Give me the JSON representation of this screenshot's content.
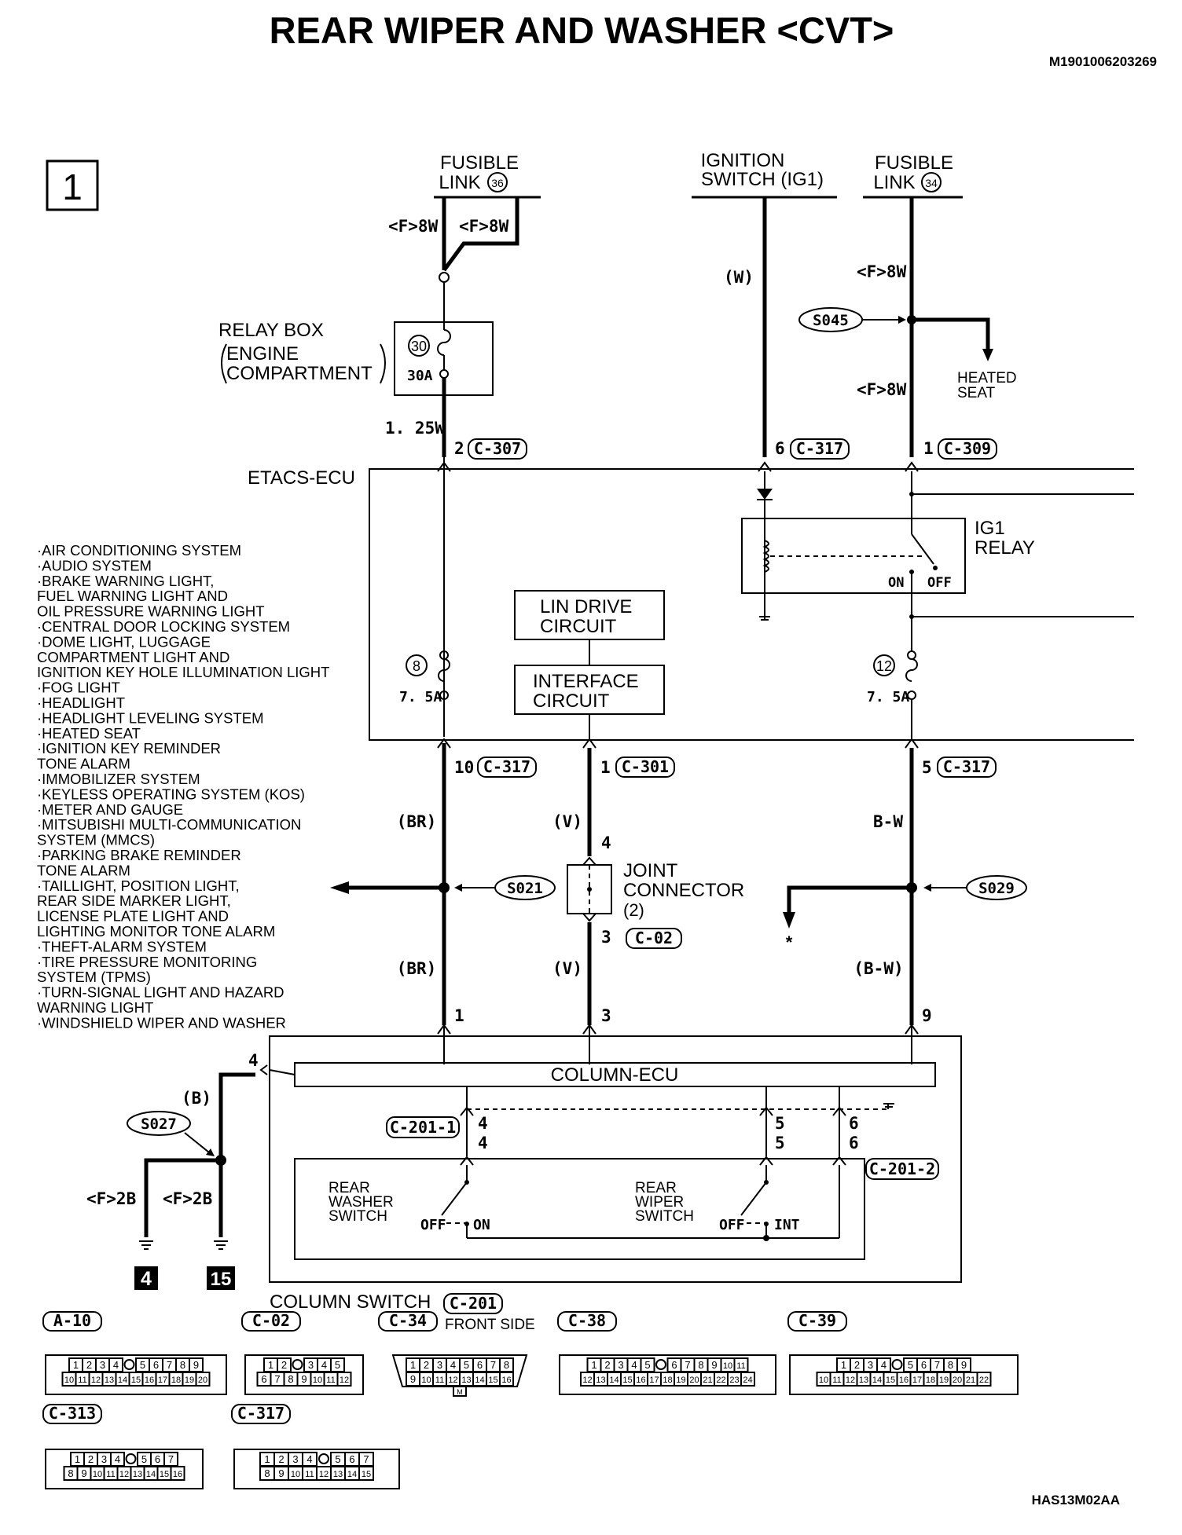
{
  "title": "REAR WIPER AND WASHER <CVT>",
  "doc_id": "M1901006203269",
  "footer_code": "HAS13M02AA",
  "page_marker": "1",
  "sources": {
    "fusible_link_36": [
      "FUSIBLE",
      "LINK",
      "36"
    ],
    "ignition_switch": [
      "IGNITION",
      "SWITCH (IG1)"
    ],
    "fusible_link_34": [
      "FUSIBLE",
      "LINK",
      "34"
    ]
  },
  "wires": {
    "f8w_a": "<F>8W",
    "f8w_b": "<F>8W",
    "w": "(W)",
    "f8w_c": "<F>8W",
    "f8w_d": "<F>8W",
    "w125": "1. 25W",
    "br1": "(BR)",
    "v1": "(V)",
    "bw1": "B-W",
    "br2": "(BR)",
    "v2": "(V)",
    "bw2": "(B-W)",
    "b": "(B)",
    "f2b_a": "<F>2B",
    "f2b_b": "<F>2B"
  },
  "splices": {
    "s045": "S045",
    "s021": "S021",
    "s029": "S029",
    "s027": "S027"
  },
  "heated_seat": [
    "HEATED",
    "SEAT"
  ],
  "relay_box": {
    "label": "RELAY BOX",
    "sub1": "ENGINE",
    "sub2": "COMPARTMENT",
    "fuse_no": "30",
    "fuse_rating": "30A"
  },
  "etacs": {
    "label": "ETACS-ECU",
    "fuse8_no": "8",
    "fuse8_rating": "7. 5A",
    "fuse12_no": "12",
    "fuse12_rating": "7. 5A",
    "lin_drive": [
      "LIN DRIVE",
      "CIRCUIT"
    ],
    "interface": [
      "INTERFACE",
      "CIRCUIT"
    ],
    "ig1_relay": [
      "IG1",
      "RELAY"
    ],
    "on": "ON",
    "off": "OFF"
  },
  "pins": {
    "c307": {
      "pin": "2",
      "conn": "C-307"
    },
    "c317a": {
      "pin": "6",
      "conn": "C-317"
    },
    "c309": {
      "pin": "1",
      "conn": "C-309"
    },
    "c317b": {
      "pin": "10",
      "conn": "C-317"
    },
    "c301": {
      "pin": "1",
      "conn": "C-301"
    },
    "c317c": {
      "pin": "5",
      "conn": "C-317"
    },
    "jc_pin4": "4",
    "jc_pin3": "3",
    "c02": "C-02",
    "col_pin1": "1",
    "col_pin3": "3",
    "col_pin9": "9",
    "col_pin4": "4"
  },
  "joint_connector": [
    "JOINT",
    "CONNECTOR",
    "(2)"
  ],
  "star": "*",
  "systems": [
    "·AIR CONDITIONING SYSTEM",
    "·AUDIO SYSTEM",
    "·BRAKE WARNING LIGHT,",
    " FUEL WARNING LIGHT AND",
    " OIL PRESSURE WARNING LIGHT",
    "·CENTRAL DOOR LOCKING SYSTEM",
    "·DOME LIGHT, LUGGAGE",
    " COMPARTMENT LIGHT AND",
    " IGNITION KEY HOLE ILLUMINATION LIGHT",
    "·FOG LIGHT",
    "·HEADLIGHT",
    "·HEADLIGHT LEVELING SYSTEM",
    "·HEATED SEAT",
    "·IGNITION KEY REMINDER",
    " TONE ALARM",
    "·IMMOBILIZER SYSTEM",
    "·KEYLESS OPERATING SYSTEM (KOS)",
    "·METER AND GAUGE",
    "·MITSUBISHI MULTI-COMMUNICATION",
    " SYSTEM (MMCS)",
    "·PARKING BRAKE REMINDER",
    " TONE ALARM",
    "·TAILLIGHT, POSITION LIGHT,",
    " REAR SIDE MARKER LIGHT,",
    " LICENSE PLATE LIGHT AND",
    " LIGHTING MONITOR TONE ALARM",
    "·THEFT-ALARM SYSTEM",
    "·TIRE PRESSURE MONITORING",
    " SYSTEM (TPMS)",
    "·TURN-SIGNAL LIGHT AND HAZARD",
    " WARNING LIGHT",
    "·WINDSHIELD WIPER AND WASHER"
  ],
  "column": {
    "ecu": "COLUMN-ECU",
    "c2011": "C-201-1",
    "c2012": "C-201-2",
    "p4a": "4",
    "p4b": "4",
    "p5a": "5",
    "p5b": "5",
    "p6a": "6",
    "p6b": "6",
    "washer": [
      "REAR",
      "WASHER",
      "SWITCH"
    ],
    "wiper": [
      "REAR",
      "WIPER",
      "SWITCH"
    ],
    "off1": "OFF",
    "on1": "ON",
    "off2": "OFF",
    "int": "INT",
    "switch_label": "COLUMN SWITCH",
    "switch_conn": "C-201"
  },
  "grounds": {
    "g4": "4",
    "g15": "15"
  },
  "connectors": {
    "a10": {
      "name": "A-10",
      "row1": [
        "1",
        "2",
        "3",
        "4",
        "",
        "5",
        "6",
        "7",
        "8",
        "9"
      ],
      "row2": [
        "10",
        "11",
        "12",
        "13",
        "14",
        "15",
        "16",
        "17",
        "18",
        "19",
        "20"
      ]
    },
    "c02": {
      "name": "C-02",
      "row1": [
        "1",
        "2",
        "",
        "3",
        "4",
        "5"
      ],
      "row2": [
        "6",
        "7",
        "8",
        "9",
        "10",
        "11",
        "12"
      ]
    },
    "c34": {
      "name": "C-34",
      "note": "FRONT SIDE",
      "row1": [
        "1",
        "2",
        "3",
        "4",
        "5",
        "6",
        "7",
        "8"
      ],
      "row2": [
        "9",
        "10",
        "11",
        "12",
        "13",
        "14",
        "15",
        "16"
      ],
      "m": "M"
    },
    "c38": {
      "name": "C-38",
      "row1": [
        "1",
        "2",
        "3",
        "4",
        "5",
        "",
        "6",
        "7",
        "8",
        "9",
        "10",
        "11"
      ],
      "row2": [
        "12",
        "13",
        "14",
        "15",
        "16",
        "17",
        "18",
        "19",
        "20",
        "21",
        "22",
        "23",
        "24"
      ]
    },
    "c39": {
      "name": "C-39",
      "row1": [
        "1",
        "2",
        "3",
        "4",
        "",
        "5",
        "6",
        "7",
        "8",
        "9"
      ],
      "row2": [
        "10",
        "11",
        "12",
        "13",
        "14",
        "15",
        "16",
        "17",
        "18",
        "19",
        "20",
        "21",
        "22"
      ]
    },
    "c313": {
      "name": "C-313",
      "row1": [
        "1",
        "2",
        "3",
        "4",
        "",
        "5",
        "6",
        "7"
      ],
      "row2": [
        "8",
        "9",
        "10",
        "11",
        "12",
        "13",
        "14",
        "15",
        "16"
      ]
    },
    "c317": {
      "name": "C-317",
      "row1": [
        "1",
        "2",
        "3",
        "4",
        "",
        "5",
        "6",
        "7"
      ],
      "row2": [
        "8",
        "9",
        "10",
        "11",
        "12",
        "13",
        "14",
        "15"
      ]
    }
  }
}
